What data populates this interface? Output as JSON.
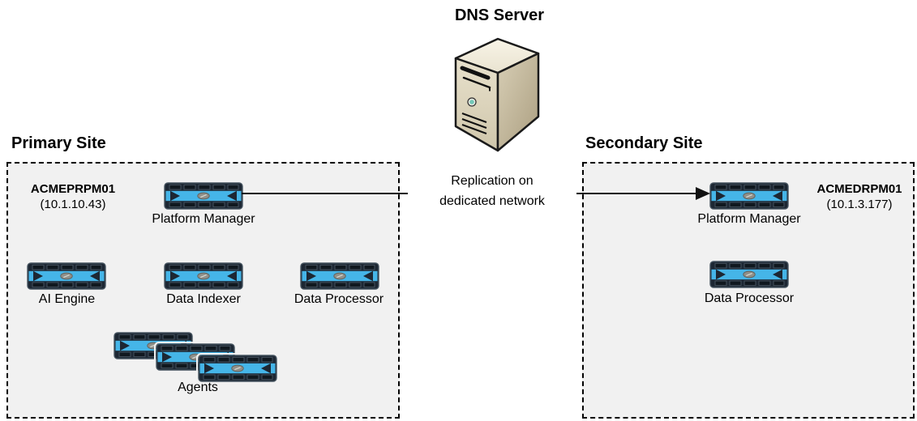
{
  "dns": {
    "label": "DNS Server"
  },
  "replication": {
    "line1": "Replication on",
    "line2": "dedicated network"
  },
  "primary": {
    "title": "Primary Site",
    "hostname": "ACMEPRPM01",
    "ip": "(10.1.10.43)",
    "platform_manager_label": "Platform Manager",
    "nodes": [
      {
        "label": "AI Engine"
      },
      {
        "label": "Data Indexer"
      },
      {
        "label": "Data Processor"
      }
    ],
    "agents_label": "Agents"
  },
  "secondary": {
    "title": "Secondary Site",
    "hostname": "ACMEDRPM01",
    "ip": "(10.1.3.177)",
    "platform_manager_label": "Platform Manager",
    "nodes": [
      {
        "label": "Data Processor"
      }
    ]
  },
  "colors": {
    "appliance_blue": "#45b5e8",
    "appliance_dark": "#1d2733",
    "site_box_fill": "#f1f1f1",
    "line_black": "#111111",
    "server_beige": "#ddd5bf"
  }
}
